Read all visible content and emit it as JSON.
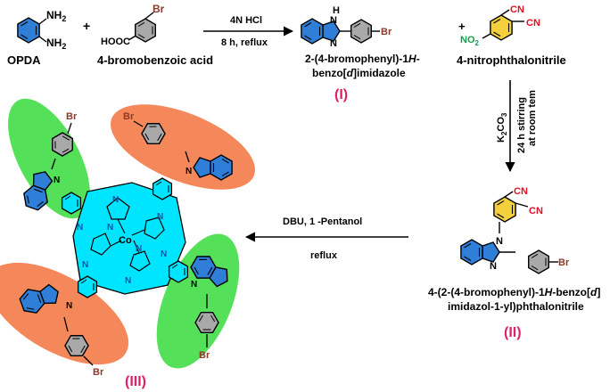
{
  "reactants": {
    "opda": {
      "label": "OPDA",
      "nh2_top": "NH",
      "nh2_bottom": "NH",
      "sub": "2"
    },
    "plus1": "+",
    "bromobenzoic": {
      "label": "4-bromobenzoic acid",
      "acid": "HOOC",
      "br": "Br"
    }
  },
  "step1": {
    "reagent": "4N HCl",
    "conditions": "8 h, reflux"
  },
  "product1": {
    "name_line1": "2-(4-bromophenyl)-1",
    "name_h": "H",
    "name_dash": "-",
    "name_line2a": "benzo[",
    "name_d": "d",
    "name_line2b": "]imidazole",
    "roman": "(I)",
    "nh": "H",
    "n": "N",
    "br": "Br"
  },
  "nitro": {
    "plus": "+",
    "label": "4-nitrophthalonitrile",
    "no2": "NO",
    "no2_sub": "2",
    "cn1": "CN",
    "cn2": "CN"
  },
  "step2": {
    "base": "K",
    "base_sub1": "2",
    "base_co": "CO",
    "base_sub2": "3",
    "line2": "24 h stirring",
    "line3": "at room tem"
  },
  "product2": {
    "name_line1a": "4-(2-(4-bromophenyl)-1",
    "name_h": "H",
    "name_line1b": "-benzo[",
    "name_d": "d",
    "name_line1c": "]",
    "name_line2": "imidazol-1-yl)phthalonitrile",
    "roman": "(II)",
    "cn1": "CN",
    "cn2": "CN",
    "n1": "N",
    "n2": "N",
    "br": "Br"
  },
  "step3": {
    "reagent": "DBU, 1 -Pentanol",
    "conditions": "reflux"
  },
  "product3": {
    "roman": "(III)",
    "metal": "Co",
    "n": "N",
    "br": "Br"
  },
  "colors": {
    "blue": "#2f7fd8",
    "cyan": "#00e5ff",
    "green": "#55e05a",
    "orange": "#f4885a",
    "red": "#e01020",
    "pink": "#e0206a",
    "brown": "#8b3a2a"
  }
}
